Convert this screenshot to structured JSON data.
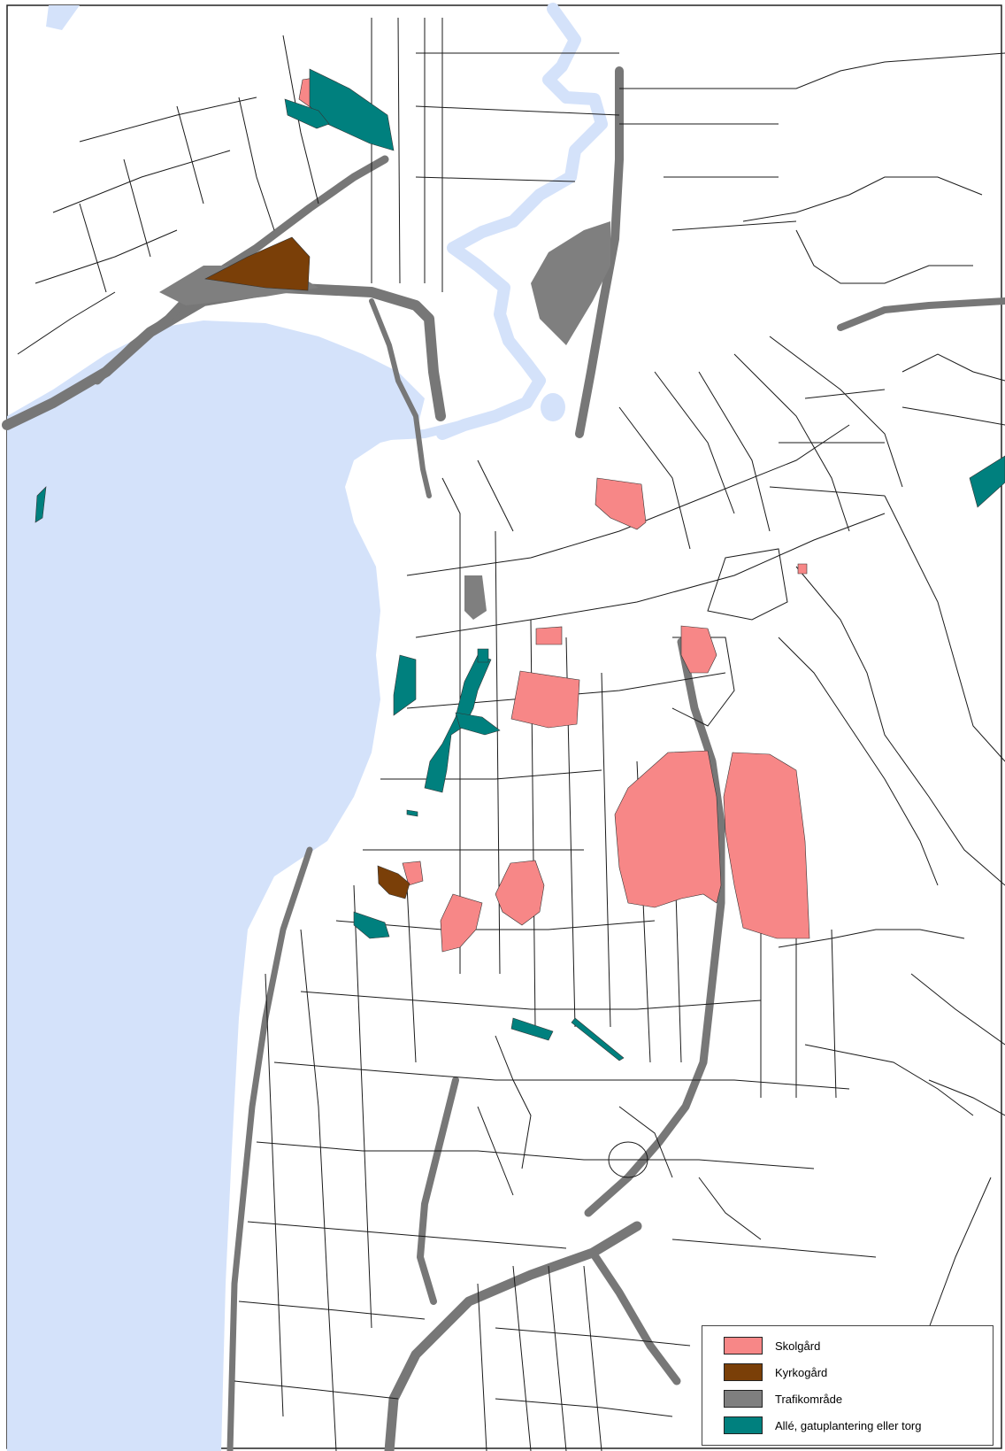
{
  "map": {
    "colors": {
      "water": "#d4e2fa",
      "road": "#777777",
      "line": "#1a1a1a",
      "school": "#f78787",
      "cemetery": "#7a3f08",
      "traffic": "#7f7f7f",
      "avenue": "#00807e"
    }
  },
  "legend": {
    "items": [
      {
        "label": "Skolgård",
        "color": "#f78787"
      },
      {
        "label": "Kyrkogård",
        "color": "#7a3f08"
      },
      {
        "label": "Trafikområde",
        "color": "#7f7f7f"
      },
      {
        "label": "Allé, gatuplantering eller torg",
        "color": "#00807e"
      }
    ]
  }
}
